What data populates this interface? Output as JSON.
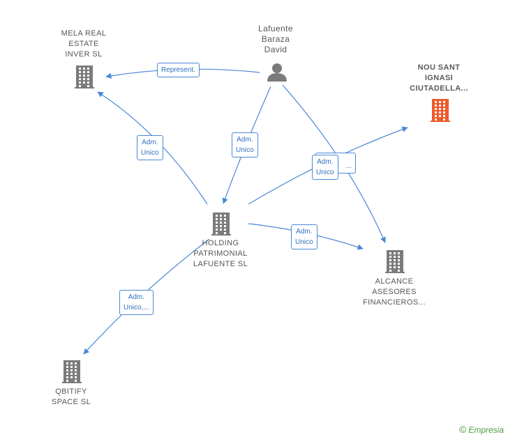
{
  "colors": {
    "edge": "#4a88d6",
    "building": "#7b7b7b",
    "building_highlight": "#ef5a2a",
    "person": "#7b7b7b",
    "label": "#555555"
  },
  "nodes": [
    {
      "id": "mela",
      "type": "company",
      "label": "MELA REAL\nESTATE\nINVER SL",
      "icon": "building-icon"
    },
    {
      "id": "lafuente",
      "type": "person",
      "label": "Lafuente\nBaraza\nDavid",
      "icon": "person-icon"
    },
    {
      "id": "nou",
      "type": "company-highlight",
      "label": "NOU SANT\nIGNASI\nCIUTADELLA...",
      "icon": "building-icon"
    },
    {
      "id": "holding",
      "type": "company",
      "label": "HOLDING\nPATRIMONIAL\nLAFUENTE SL",
      "icon": "building-icon"
    },
    {
      "id": "alcance",
      "type": "company",
      "label": "ALCANCE\nASESORES\nFINANCIEROS...",
      "icon": "building-icon"
    },
    {
      "id": "qbitify",
      "type": "company",
      "label": "QBITIFY\nSPACE SL",
      "icon": "building-icon"
    }
  ],
  "edge_labels": [
    {
      "id": "rep",
      "text": "Represent."
    },
    {
      "id": "adm1",
      "text": "Adm.\nUnico"
    },
    {
      "id": "adm2",
      "text": "Adm.\nUnico"
    },
    {
      "id": "adm3b",
      "text": "..."
    },
    {
      "id": "adm3",
      "text": "Adm.\nUnico"
    },
    {
      "id": "adm4",
      "text": "Adm.\nUnico"
    },
    {
      "id": "adm5",
      "text": "Adm.\nUnico,..."
    }
  ],
  "brand": {
    "symbol": "©",
    "name": "Empresia"
  }
}
